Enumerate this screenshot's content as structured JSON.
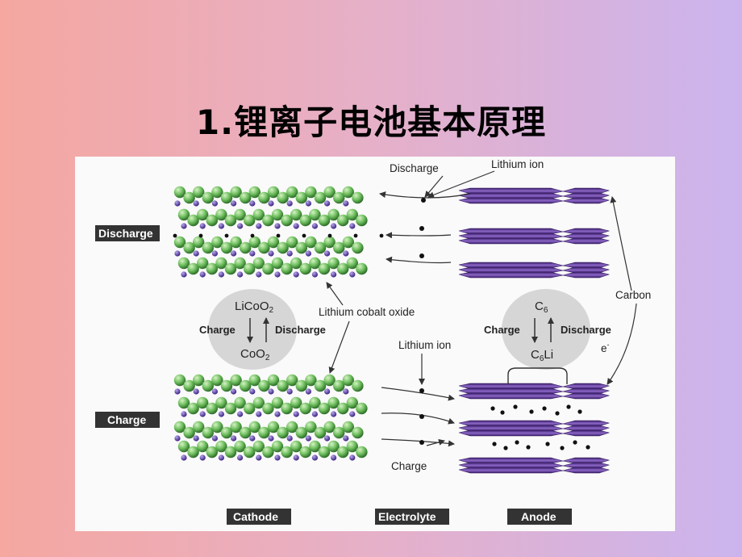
{
  "slide": {
    "title": "1.锂离子电池基本原理"
  },
  "diagram": {
    "tags": {
      "discharge": "Discharge",
      "charge": "Charge",
      "cathode": "Cathode",
      "electrolyte": "Electrolyte",
      "anode": "Anode"
    },
    "labels": {
      "discharge_top": "Discharge",
      "lithium_ion_top": "Lithium ion",
      "carbon": "Carbon",
      "lithium_cobalt_oxide": "Lithium cobalt oxide",
      "lithium_ion_mid": "Lithium ion",
      "charge_bottom": "Charge",
      "electron": "e"
    },
    "cathode_cycle": {
      "top": "LiCoO",
      "top_sub": "2",
      "bottom": "CoO",
      "bottom_sub": "2",
      "left": "Charge",
      "right": "Discharge"
    },
    "anode_cycle": {
      "top": "C",
      "top_sub": "6",
      "bottom_pre": "C",
      "bottom_sub": "6",
      "bottom_post": "Li",
      "left": "Charge",
      "right": "Discharge"
    },
    "colors": {
      "sphere_green": "#6fbf5f",
      "cobalt_purple": "#5b3fa0",
      "graphite_purple": "#5a3290",
      "circle_gray": "#d6d6d6",
      "tag_bg": "#333333"
    }
  }
}
